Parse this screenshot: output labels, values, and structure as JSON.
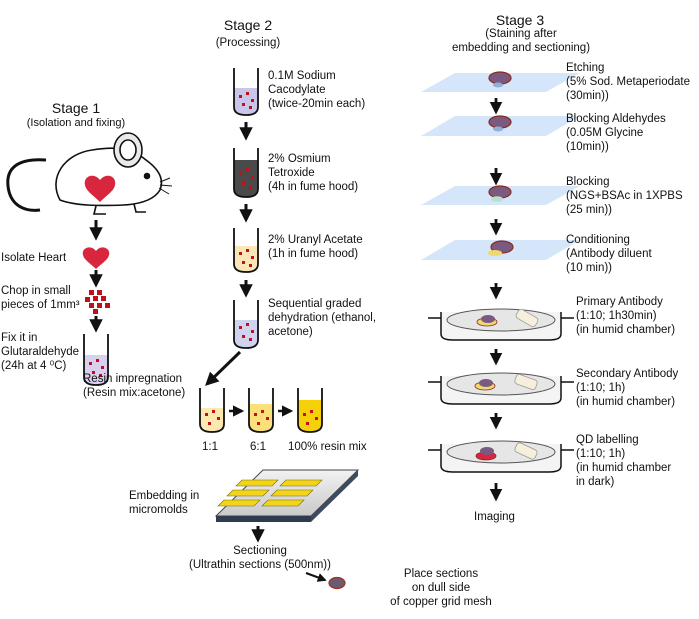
{
  "stage1": {
    "title": "Stage 1",
    "subtitle": "(Isolation and fixing)",
    "steps": [
      "Isolate Heart",
      "Chop in small\npieces of 1mm³",
      "Fix it in\nGlutaraldehyde\n(24h at 4 ⁰C)"
    ]
  },
  "stage2": {
    "title": "Stage 2",
    "subtitle": "(Processing)",
    "steps": [
      "0.1M Sodium\nCacodylate\n(twice-20min each)",
      "2% Osmium\nTetroxide\n(4h in fume hood)",
      "2% Uranyl Acetate\n(1h in fume hood)",
      "Sequential graded\ndehydration (ethanol,\nacetone)"
    ],
    "resin_label": "Resin impregnation\n(Resin mix:acetone)",
    "ratios": [
      "1:1",
      "6:1",
      "100% resin mix"
    ],
    "embedding": "Embedding in\nmicromolds",
    "sectioning": "Sectioning\n(Ultrathin sections (500nm))",
    "place": "Place sections\non dull side\nof copper grid mesh"
  },
  "stage3": {
    "title": "Stage 3",
    "subtitle": "(Staining after\nembedding and sectioning)",
    "steps": [
      "Etching\n(5% Sod. Metaperiodate\n(30min))",
      "Blocking Aldehydes\n(0.05M Glycine\n(10min))",
      "Blocking\n(NGS+BSAc in 1XPBS\n(25 min))",
      "Conditioning\n(Antibody diluent\n(10 min))",
      "Primary Antibody\n(1:10; 1h30min)\n(in humid chamber)",
      "Secondary Antibody\n(1:10; 1h)\n(in humid chamber)",
      "QD labelling\n(1:10; 1h)\n(in humid chamber\nin dark)"
    ],
    "final": "Imaging"
  },
  "colors": {
    "heart": "#d7263d",
    "tissue_red": "#c0101a",
    "cacodylate": "#c9c6ea",
    "osmium": "#4a4a4a",
    "uranyl": "#fbe6b8",
    "dehydration": "#cfd3ef",
    "resin_1": "#fbe9b0",
    "resin_2": "#fbe07a",
    "resin_3": "#f6d10a",
    "slide": "#d6e6fa",
    "grid": "#6b5a70"
  }
}
